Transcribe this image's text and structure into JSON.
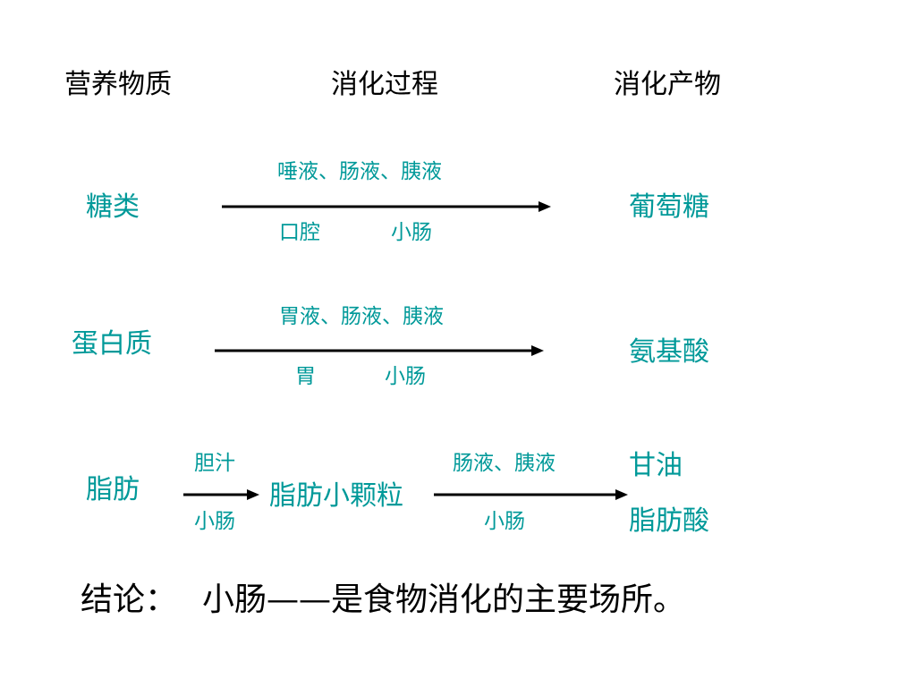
{
  "colors": {
    "accent": "#009999",
    "text": "#000000",
    "background": "#ffffff"
  },
  "headers": {
    "nutrient": "营养物质",
    "process": "消化过程",
    "product": "消化产物"
  },
  "rows": [
    {
      "nutrient": "糖类",
      "enzymes": "唾液、肠液、胰液",
      "sites": [
        "口腔",
        "小肠"
      ],
      "product": "葡萄糖"
    },
    {
      "nutrient": "蛋白质",
      "enzymes": "胃液、肠液、胰液",
      "sites": [
        "胃",
        "小肠"
      ],
      "product": "氨基酸"
    },
    {
      "nutrient": "脂肪",
      "step1_agent": "胆汁",
      "step1_site": "小肠",
      "intermediate": "脂肪小颗粒",
      "step2_enzymes": "肠液、胰液",
      "step2_site": "小肠",
      "products": [
        "甘油",
        "脂肪酸"
      ]
    }
  ],
  "conclusion": {
    "label": "结论：",
    "text": "小肠——是食物消化的主要场所。"
  }
}
